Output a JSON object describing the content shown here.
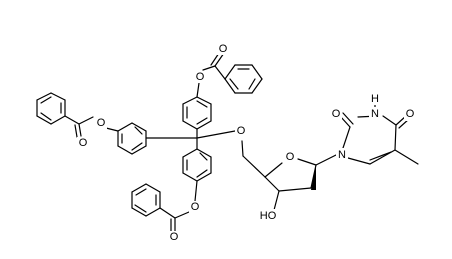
{
  "molecule": {
    "atom_labels": {
      "o_benzoyl_top_carbonyl": "O",
      "o_benzoyl_top_ester": "O",
      "o_benzoyl_left_carbonyl": "O",
      "o_benzoyl_left_ester": "O",
      "o_benzoyl_bottom_carbonyl": "O",
      "o_benzoyl_bottom_ester": "O",
      "o_trityl_ether": "O",
      "o_ring": "O",
      "oh_3prime": "HO",
      "n1": "N",
      "n3_h": "H",
      "n3": "N",
      "o_c2": "O",
      "o_c4": "O"
    }
  }
}
